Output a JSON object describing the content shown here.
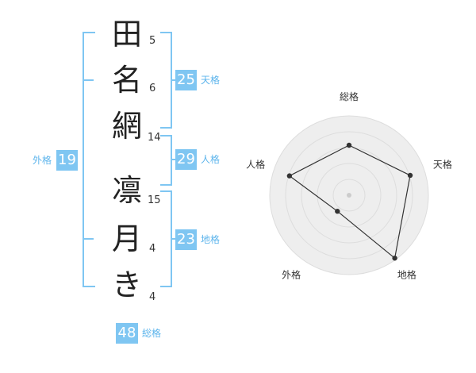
{
  "name": {
    "characters": [
      {
        "char": "田",
        "strokes": "5"
      },
      {
        "char": "名",
        "strokes": "6"
      },
      {
        "char": "網",
        "strokes": "14"
      },
      {
        "char": "凛",
        "strokes": "15"
      },
      {
        "char": "月",
        "strokes": "4"
      },
      {
        "char": "き",
        "strokes": "4"
      }
    ]
  },
  "kakusu": {
    "tenkaku": {
      "value": "25",
      "label": "天格"
    },
    "jinkaku": {
      "value": "29",
      "label": "人格"
    },
    "chikaku": {
      "value": "23",
      "label": "地格"
    },
    "gaikaku": {
      "value": "19",
      "label": "外格"
    },
    "soukaku": {
      "value": "48",
      "label": "総格"
    }
  },
  "radar": {
    "axes": [
      "総格",
      "天格",
      "地格",
      "外格",
      "人格"
    ],
    "values": [
      0.63,
      0.81,
      0.98,
      0.25,
      0.79
    ],
    "max": 1,
    "colors": {
      "fill": "#eeeeee",
      "ring": "#dddddd",
      "line": "#333333",
      "point": "#333333",
      "center": "#cccccc"
    }
  },
  "colors": {
    "accent": "#7fc6f2"
  }
}
